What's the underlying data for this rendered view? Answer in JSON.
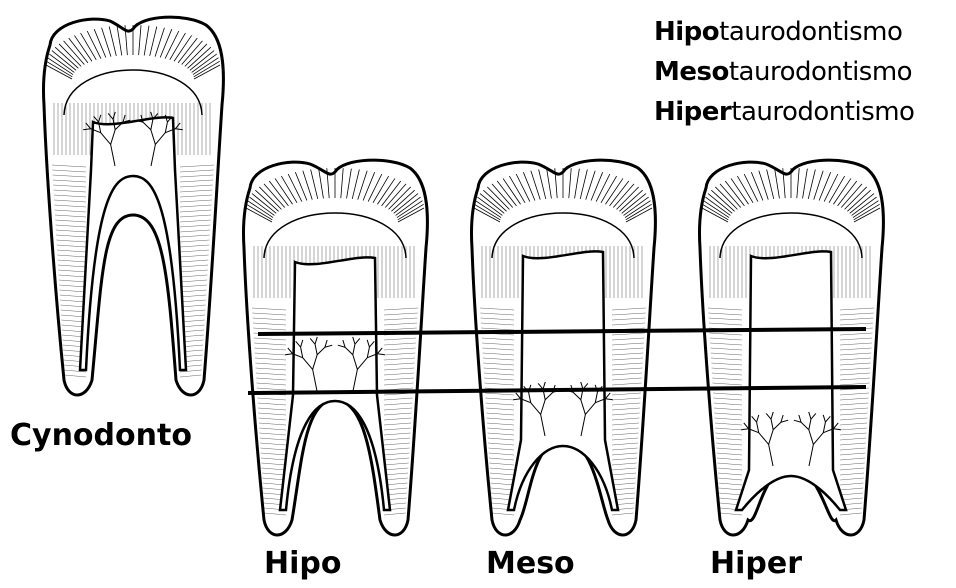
{
  "legend": [
    {
      "prefix": "Hipo",
      "suffix": "taurodontismo"
    },
    {
      "prefix": "Meso",
      "suffix": "taurodontismo"
    },
    {
      "prefix": "Hiper",
      "suffix": "taurodontismo"
    }
  ],
  "labels": {
    "cynodonto": "Cynodonto",
    "hipo": "Hipo",
    "meso": "Meso",
    "hiper": "Hiper"
  }
}
